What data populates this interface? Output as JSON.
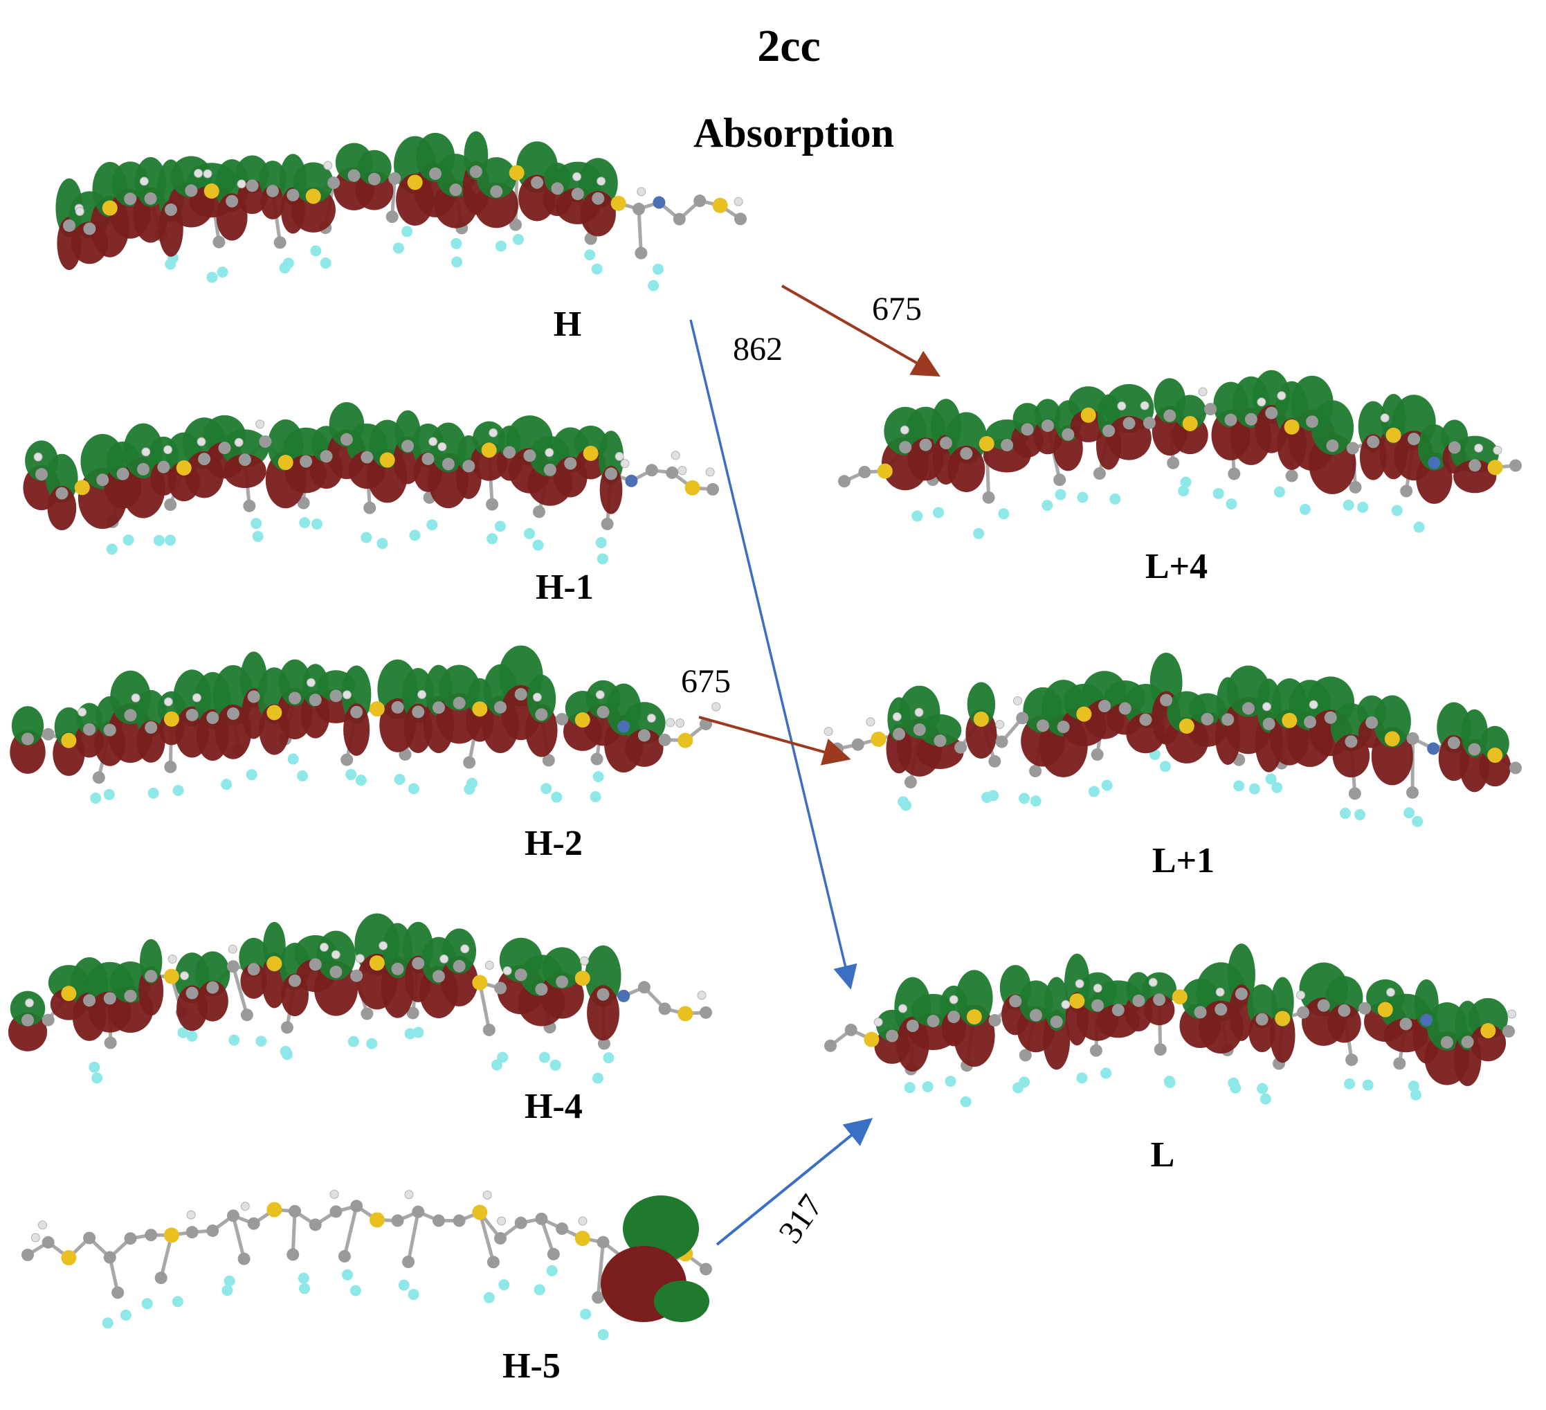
{
  "title": "2cc",
  "subtitle": "Absorption",
  "orbitals": [
    {
      "id": "H",
      "label": "H",
      "column": "left"
    },
    {
      "id": "H-1",
      "label": "H-1",
      "column": "left"
    },
    {
      "id": "H-2",
      "label": "H-2",
      "column": "left"
    },
    {
      "id": "H-4",
      "label": "H-4",
      "column": "left"
    },
    {
      "id": "H-5",
      "label": "H-5",
      "column": "left"
    },
    {
      "id": "L+4",
      "label": "L+4",
      "column": "right"
    },
    {
      "id": "L+1",
      "label": "L+1",
      "column": "right"
    },
    {
      "id": "L",
      "label": "L",
      "column": "right"
    }
  ],
  "transitions": [
    {
      "from": "H",
      "to": "L+4",
      "value": "675",
      "color": "#9b3a1e"
    },
    {
      "from": "H",
      "to": "L",
      "value": "862",
      "color": "#3a6fc4"
    },
    {
      "from": "H-2",
      "to": "L+1",
      "value": "675",
      "color": "#9b3a1e"
    },
    {
      "from": "H-5",
      "to": "L",
      "value": "317",
      "color": "#3a6fc4"
    }
  ],
  "colors": {
    "lobe_positive": "#1f7a2e",
    "lobe_negative": "#7a1e1e",
    "carbon": "#9a9a9a",
    "sulfur": "#e8c020",
    "hydrogen": "#e0e0e0",
    "fluorine": "#8fe8e8",
    "nitrogen": "#4a6fb5"
  }
}
